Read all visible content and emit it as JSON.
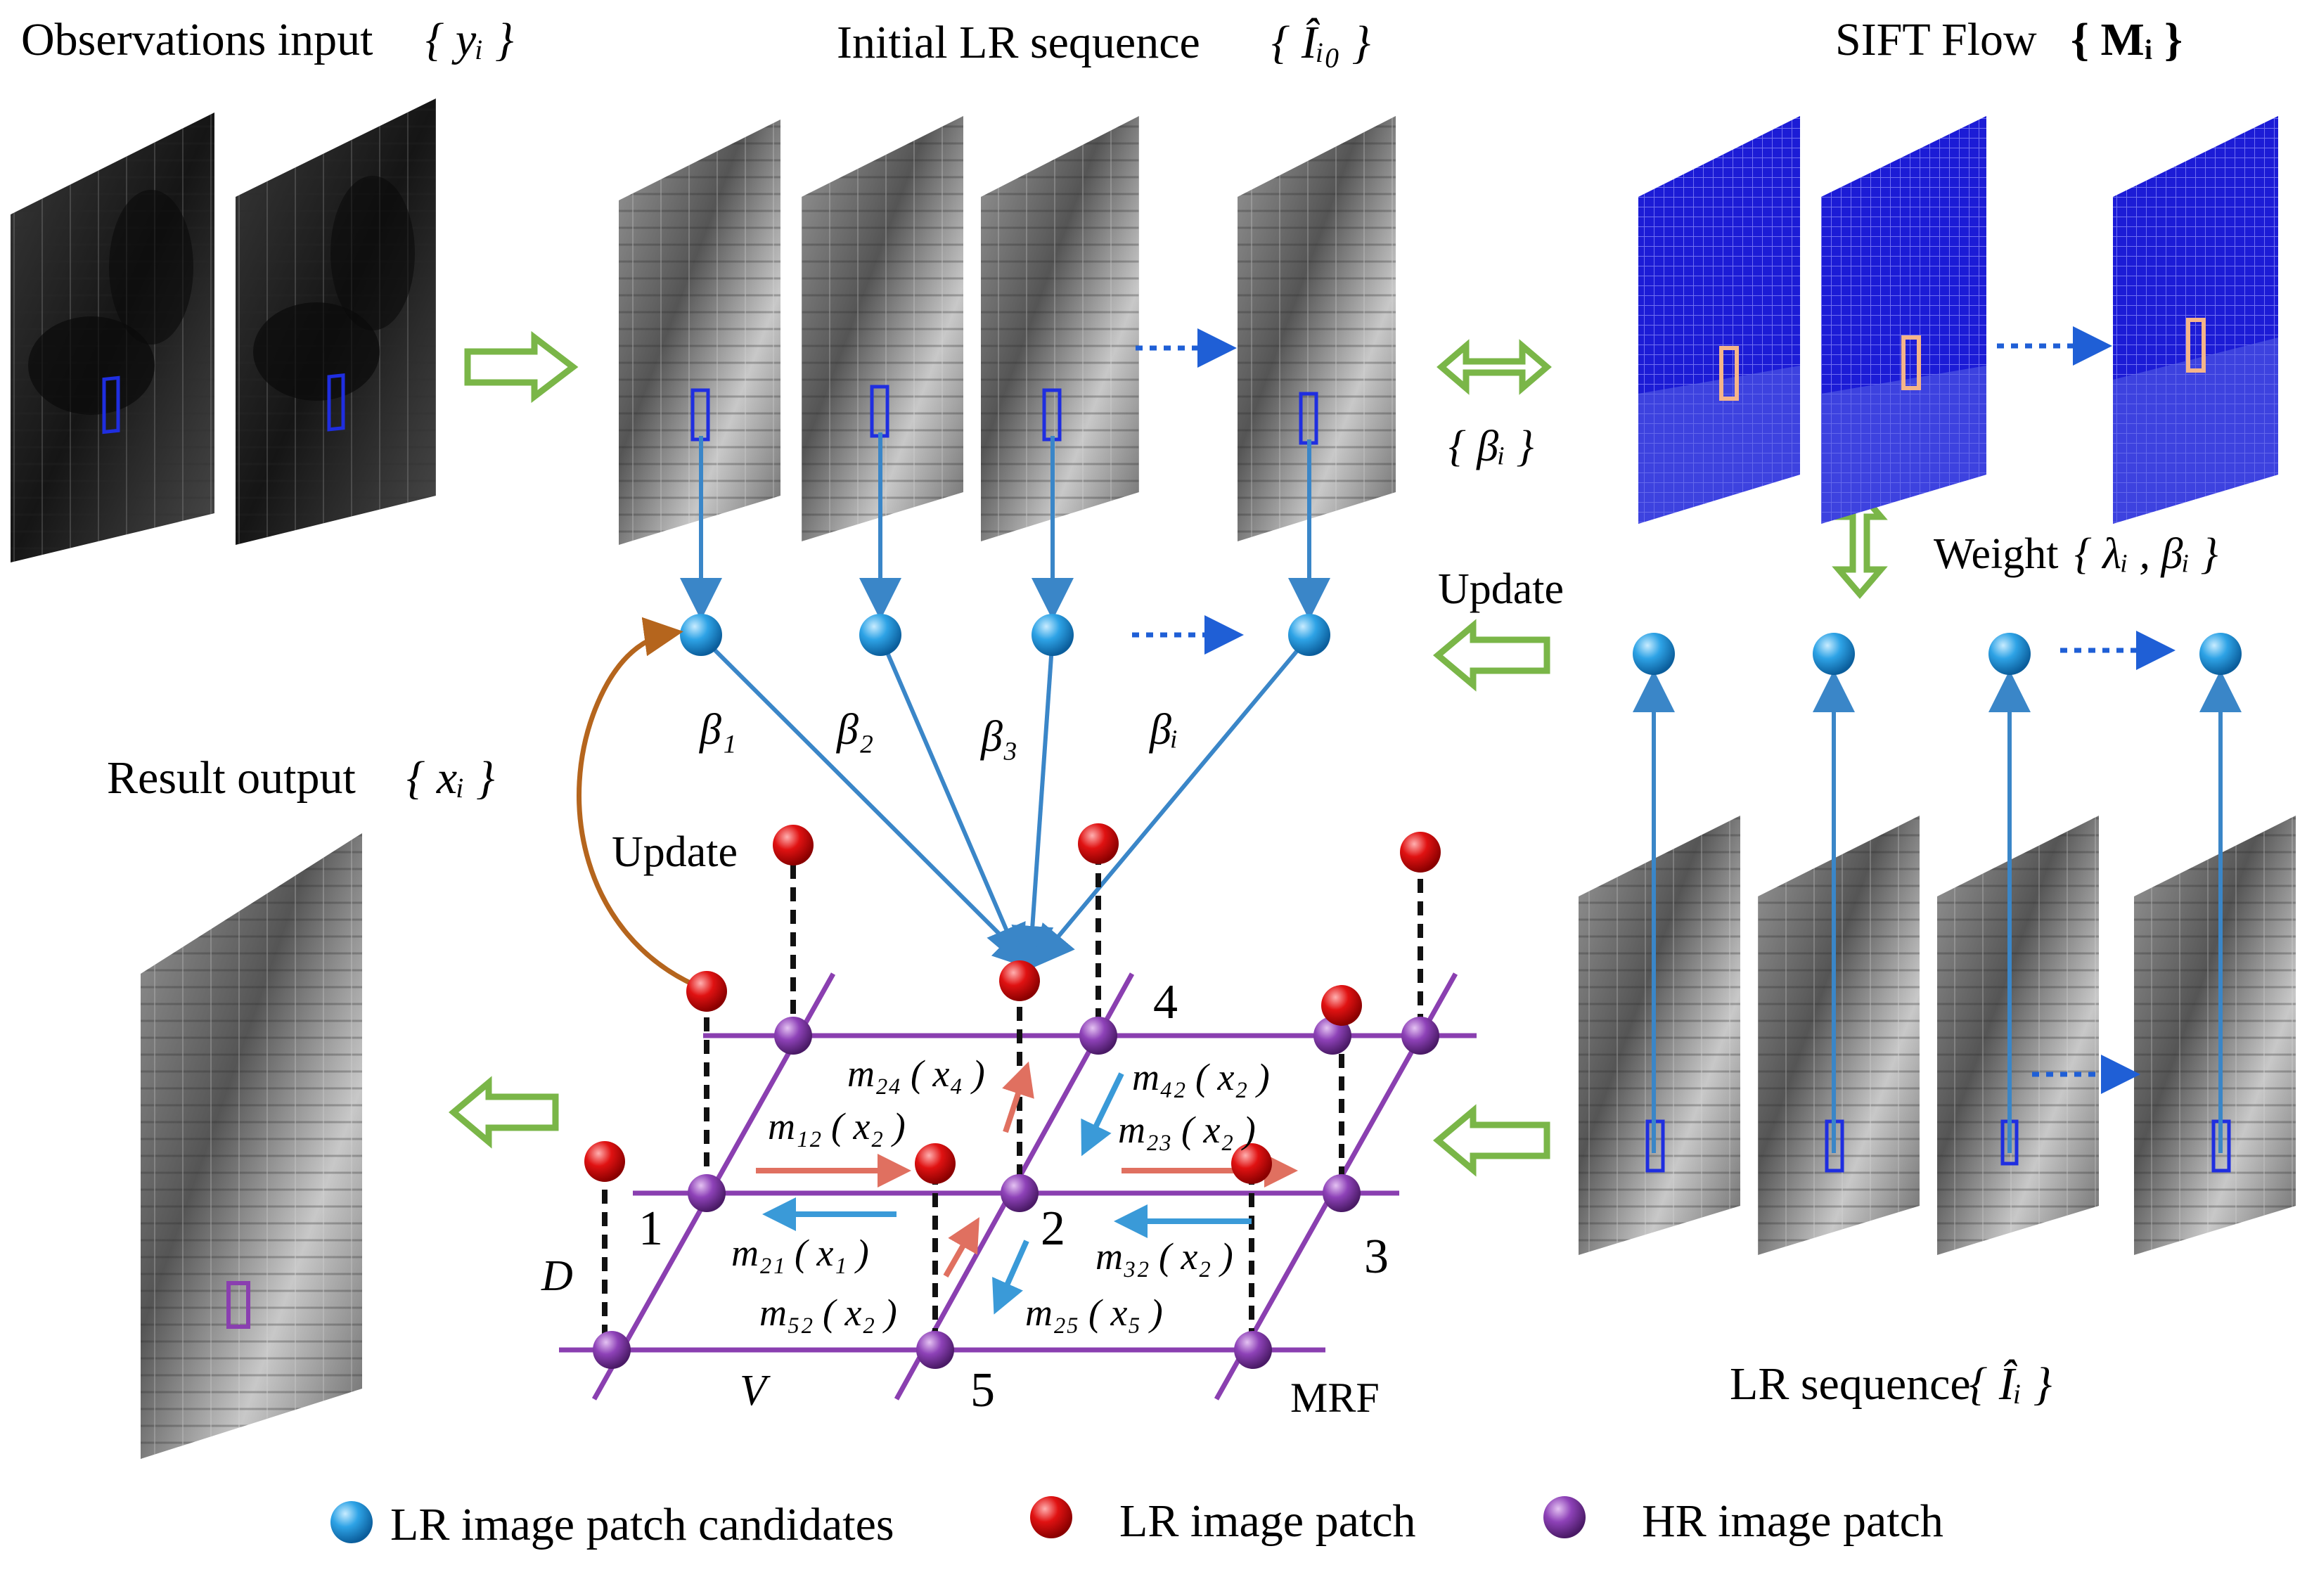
{
  "titles": {
    "observations": "Observations  input",
    "observations_set": "{ yᵢ }",
    "initial_lr": "Initial  LR  sequence",
    "initial_lr_set": "{ Îᵢ₀ }",
    "sift_flow": "SIFT  Flow",
    "sift_flow_set": "{ Mᵢ }",
    "result_output": "Result  output",
    "result_output_set": "{ xᵢ }",
    "lr_sequence": "LR  sequence",
    "lr_sequence_set": "{ Îᵢ }"
  },
  "labels": {
    "beta_set": "{ βᵢ }",
    "weight": "Weight",
    "weight_set": "{ λᵢ , βᵢ }",
    "update_right": "Update",
    "update_left": "Update",
    "beta_1": "β₁",
    "beta_2": "β₂",
    "beta_3": "β₃",
    "beta_i": "βᵢ",
    "D": "D",
    "V": "V",
    "MRF": "MRF"
  },
  "mrf": {
    "node_numbers": [
      "1",
      "2",
      "3",
      "4",
      "5"
    ],
    "messages": [
      "m₂₄ ( x₄ )",
      "m₁₂ ( x₂ )",
      "m₄₂ ( x₂ )",
      "m₂₃ ( x₂ )",
      "m₂₁ ( x₁ )",
      "m₃₂ ( x₂ )",
      "m₅₂ ( x₂ )",
      "m₂₅ ( x₅ )"
    ]
  },
  "legend": {
    "items": [
      {
        "label": "LR  image  patch  candidates",
        "color": "#2e9be0"
      },
      {
        "label": "LR  image  patch",
        "color": "#dd1111"
      },
      {
        "label": "HR  image  patch",
        "color": "#8a3fb0"
      }
    ]
  },
  "colors": {
    "green_arrow": "#7ab648",
    "blue_line": "#3a86c8",
    "purple_grid": "#8a3fb0",
    "brown_arrow": "#b5651d",
    "pink_arrow": "#e07060",
    "dotted_arrow": "#1f5fd6",
    "sift_blue": "#1515d8"
  }
}
